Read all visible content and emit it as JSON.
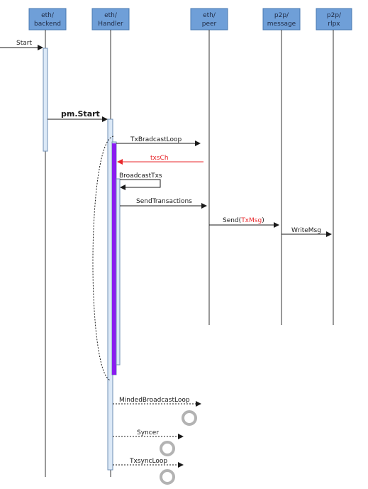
{
  "colors": {
    "header_fill": "#6f9fd8",
    "header_stroke": "#4a78b0",
    "activation_fill": "#dce9f7",
    "activation_stroke": "#6f8fb5",
    "highlight_bar": "#8a1cf0",
    "error_red": "#e8282c",
    "lifeline": "#333333",
    "terminator": "#b3b3b3"
  },
  "participants": [
    {
      "line1": "eth/",
      "line2": "backend"
    },
    {
      "line1": "eth/",
      "line2": "Handler"
    },
    {
      "line1": "eth/",
      "line2": "peer"
    },
    {
      "line1": "p2p/",
      "line2": "message"
    },
    {
      "line1": "p2p/",
      "line2": "rlpx"
    }
  ],
  "messages": {
    "start": "Start",
    "pm_start": "pm.Start",
    "tx_broadcast_loop": "TxBradcastLoop",
    "txs_ch": "txsCh",
    "broadcast_txs": "BroadcastTxs",
    "send_transactions": "SendTransactions",
    "send_prefix": "Send(",
    "send_arg": "TxMsg",
    "send_suffix": ")",
    "write_msg": "WriteMsg",
    "minded_broadcast_loop": "MindedBroadcastLoop",
    "syncer": "Syncer",
    "txsync_loop": "TxsyncLoop"
  },
  "icons": {
    "terminator": "stop-circle-icon"
  }
}
